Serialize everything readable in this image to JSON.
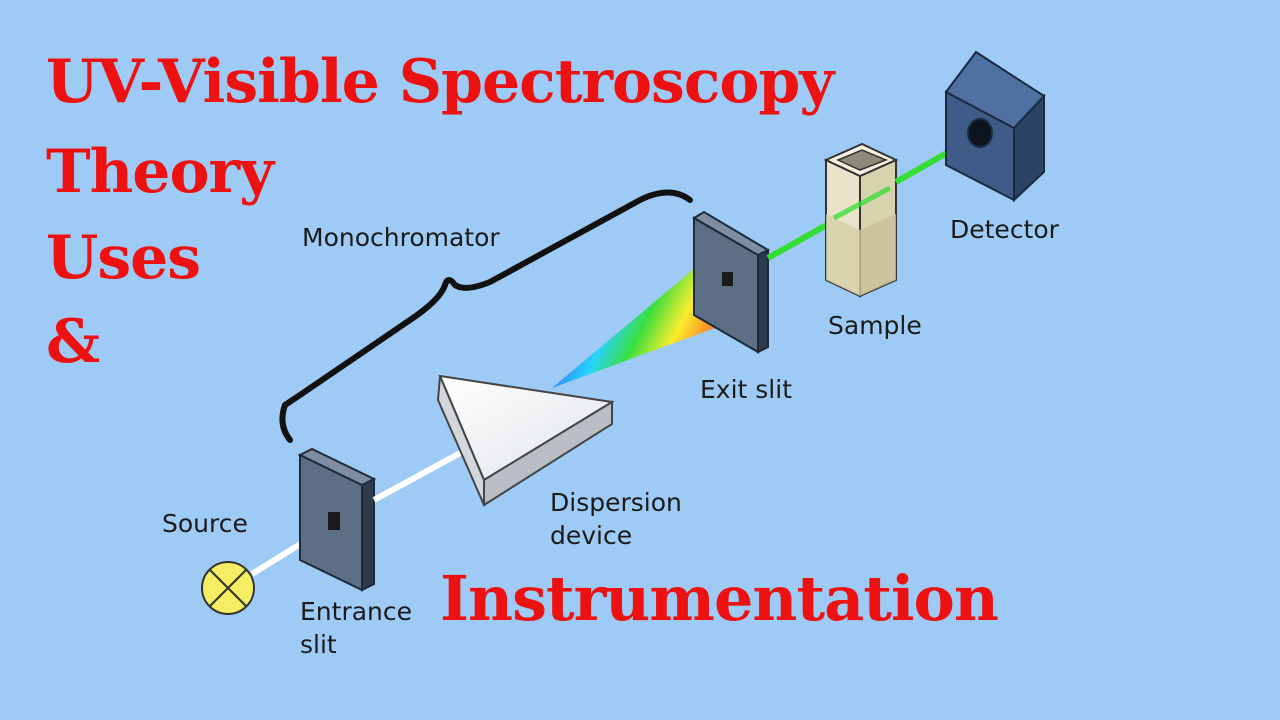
{
  "title": {
    "line1": "UV-Visible Spectroscopy",
    "line2": "Theory",
    "line3": "Uses",
    "line4": "&",
    "line5": "Instrumentation"
  },
  "labels": {
    "monochromator": "Monochromator",
    "source": "Source",
    "entrance_slit_line1": "Entrance",
    "entrance_slit_line2": "slit",
    "dispersion_line1": "Dispersion",
    "dispersion_line2": "device",
    "exit_slit": "Exit slit",
    "sample": "Sample",
    "detector": "Detector"
  },
  "colors": {
    "background": "#9ecbf5",
    "title_red": "#ee1111",
    "beam_white": "#ffffff",
    "beam_green": "#33dd33",
    "source_yellow": "#f5ee62"
  }
}
